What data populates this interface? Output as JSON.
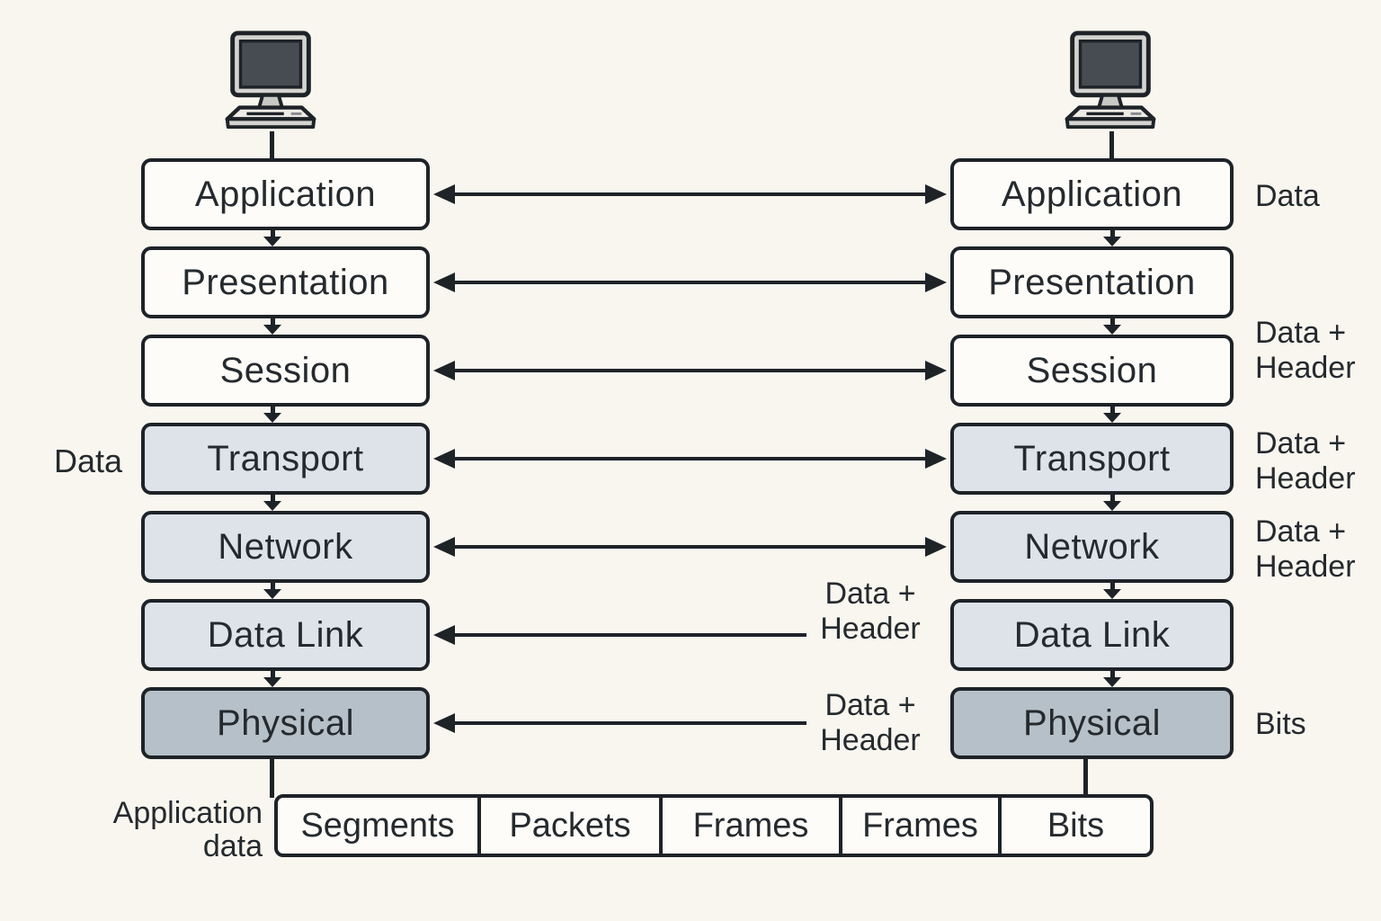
{
  "title": "OSI model layered communication diagram",
  "palette": {
    "background": "#f8f6ef",
    "box_fill_white": "#fdfcf8",
    "box_fill_light": "#dde3e8",
    "box_fill_dark": "#b6c0c8",
    "line": "#1e2328",
    "text": "#252a2e"
  },
  "left_stack": {
    "layers": [
      "Application",
      "Presentation",
      "Session",
      "Transport",
      "Network",
      "Data Link",
      "Physical"
    ]
  },
  "right_stack": {
    "layers": [
      "Application",
      "Presentation",
      "Session",
      "Transport",
      "Network",
      "Data Link",
      "Physical"
    ]
  },
  "side_labels": {
    "left_data": "Data",
    "right": [
      {
        "l1": "Data",
        "l2": ""
      },
      {
        "l1": "Data +",
        "l2": "Header"
      },
      {
        "l1": "Data +",
        "l2": "Header"
      },
      {
        "l1": "Data +",
        "l2": "Header"
      },
      {
        "l1": "Bits",
        "l2": ""
      }
    ],
    "middle": [
      {
        "l1": "Data +",
        "l2": "Header"
      },
      {
        "l1": "Data +",
        "l2": "Header"
      }
    ]
  },
  "pdu_row": {
    "cells": [
      "Segments",
      "Packets",
      "Frames",
      "Frames",
      "Bits"
    ],
    "caption_l1": "Application",
    "caption_l2": "data"
  }
}
